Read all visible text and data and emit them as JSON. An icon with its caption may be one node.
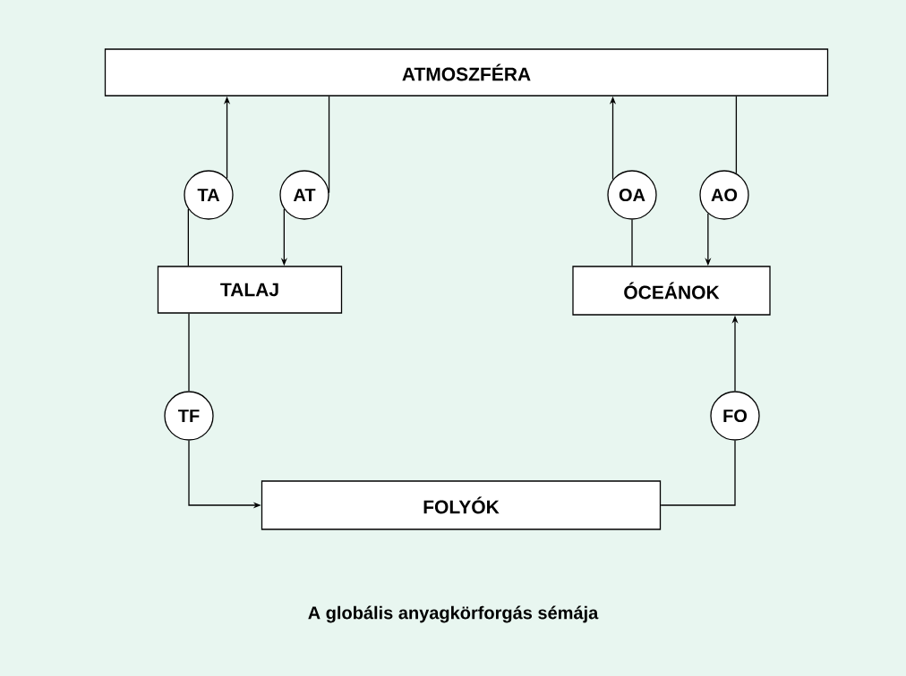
{
  "diagram": {
    "caption": "A globális anyagkörforgás sémája",
    "nodes": [
      {
        "text": [
          "ATMOSZFÉRA"
        ]
      },
      {
        "text": [
          "TA"
        ]
      },
      {
        "text": [
          "AT"
        ]
      },
      {
        "text": [
          "OA"
        ]
      },
      {
        "text": [
          "AO"
        ]
      },
      {
        "text": [
          "TALAJ"
        ]
      },
      {
        "text": [
          "ÓCEÁNOK"
        ]
      },
      {
        "text": [
          "TF"
        ]
      },
      {
        "text": [
          "FO"
        ]
      },
      {
        "text": [
          "FOLYÓK"
        ]
      }
    ],
    "edges": [
      {
        "from": 5,
        "to": 1,
        "arrow": "none"
      },
      {
        "from": 1,
        "to": 0,
        "arrow": "to"
      },
      {
        "from": 0,
        "to": 2,
        "arrow": "none"
      },
      {
        "from": 2,
        "to": 5,
        "arrow": "to"
      },
      {
        "from": 6,
        "to": 3,
        "arrow": "none"
      },
      {
        "from": 3,
        "to": 0,
        "arrow": "to"
      },
      {
        "from": 0,
        "to": 4,
        "arrow": "none"
      },
      {
        "from": 4,
        "to": 6,
        "arrow": "to"
      },
      {
        "from": 5,
        "to": 7,
        "arrow": "none"
      },
      {
        "from": 7,
        "to": 9,
        "arrow": "to"
      },
      {
        "from": 9,
        "to": 8,
        "arrow": "none"
      },
      {
        "from": 8,
        "to": 6,
        "arrow": "to"
      }
    ]
  }
}
